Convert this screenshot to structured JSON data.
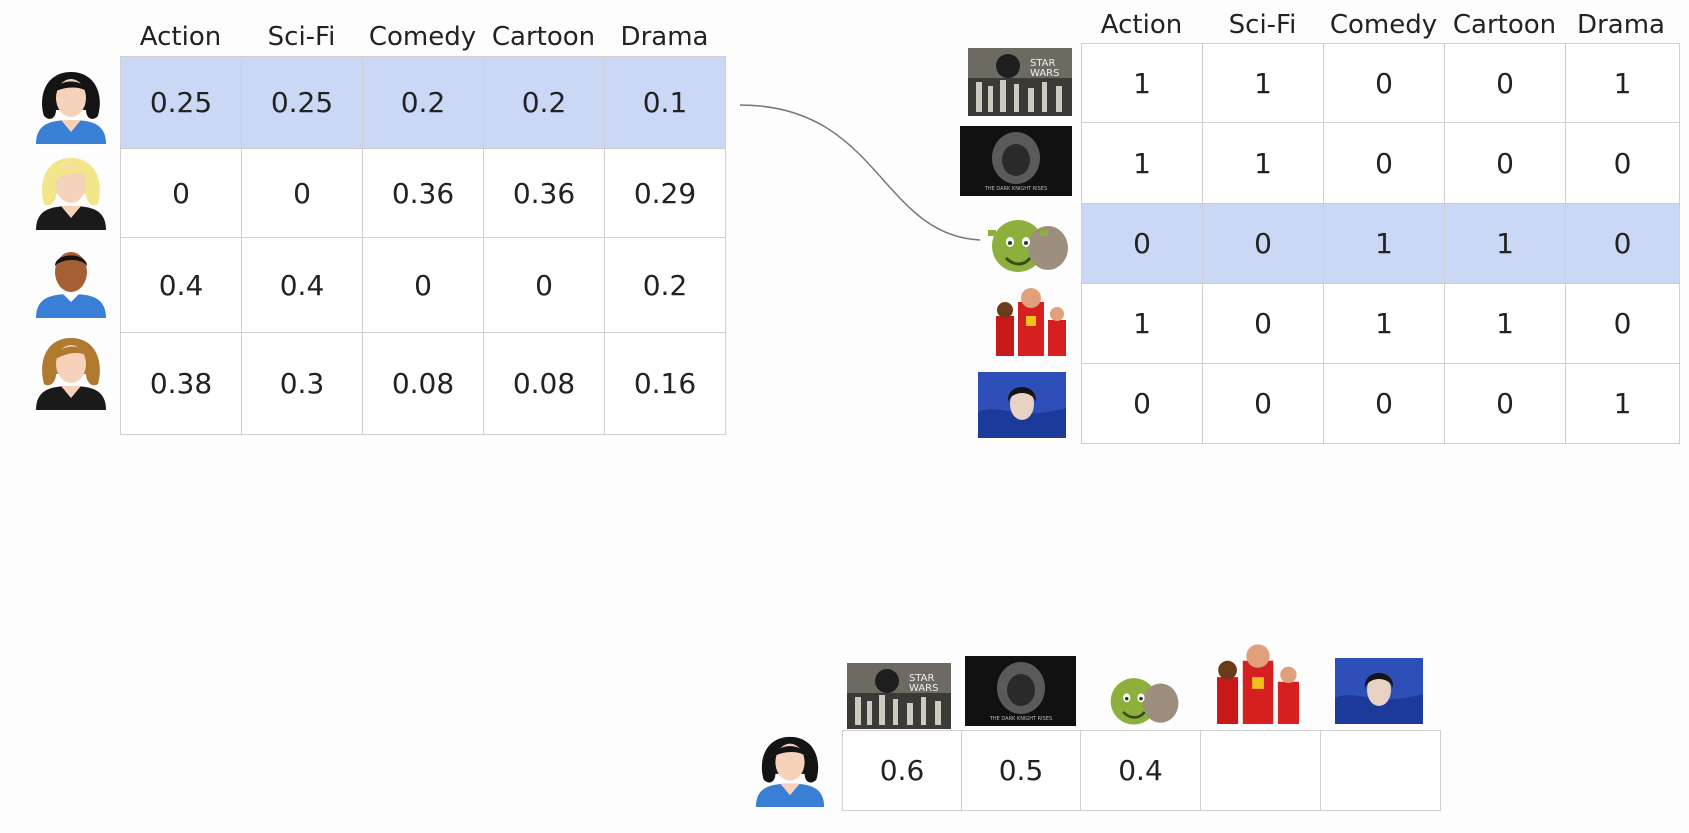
{
  "genres": [
    "Action",
    "Sci-Fi",
    "Comedy",
    "Cartoon",
    "Drama"
  ],
  "user_matrix": {
    "rows": [
      {
        "avatar": "woman-dark-hair-icon",
        "values": [
          "0.25",
          "0.25",
          "0.2",
          "0.2",
          "0.1"
        ],
        "highlighted": true
      },
      {
        "avatar": "woman-blonde-hair-icon",
        "values": [
          "0",
          "0",
          "0.36",
          "0.36",
          "0.29"
        ],
        "highlighted": false
      },
      {
        "avatar": "man-dark-skin-icon",
        "values": [
          "0.4",
          "0.4",
          "0",
          "0",
          "0.2"
        ],
        "highlighted": false
      },
      {
        "avatar": "woman-brown-hair-icon",
        "values": [
          "0.38",
          "0.3",
          "0.08",
          "0.08",
          "0.16"
        ],
        "highlighted": false
      }
    ]
  },
  "movie_matrix": {
    "rows": [
      {
        "poster": "star-wars-poster",
        "values": [
          "1",
          "1",
          "0",
          "0",
          "1"
        ],
        "highlighted": false
      },
      {
        "poster": "dark-knight-rises-poster",
        "poster_caption": "THE DARK KNIGHT RISES",
        "values": [
          "1",
          "1",
          "0",
          "0",
          "0"
        ],
        "highlighted": false
      },
      {
        "poster": "shrek-poster",
        "values": [
          "0",
          "0",
          "1",
          "1",
          "0"
        ],
        "highlighted": true
      },
      {
        "poster": "incredibles-poster",
        "values": [
          "1",
          "0",
          "1",
          "1",
          "0"
        ],
        "highlighted": false
      },
      {
        "poster": "drama-film-poster",
        "values": [
          "0",
          "0",
          "0",
          "0",
          "1"
        ],
        "highlighted": false
      }
    ]
  },
  "score_row": {
    "avatar": "woman-dark-hair-icon",
    "values": [
      "0.6",
      "0.5",
      "0.4",
      "",
      ""
    ]
  },
  "colors": {
    "highlight": "#cad8f6",
    "avatar_shirt": "#3a7fd6",
    "grid_border": "#cfcfcf"
  }
}
